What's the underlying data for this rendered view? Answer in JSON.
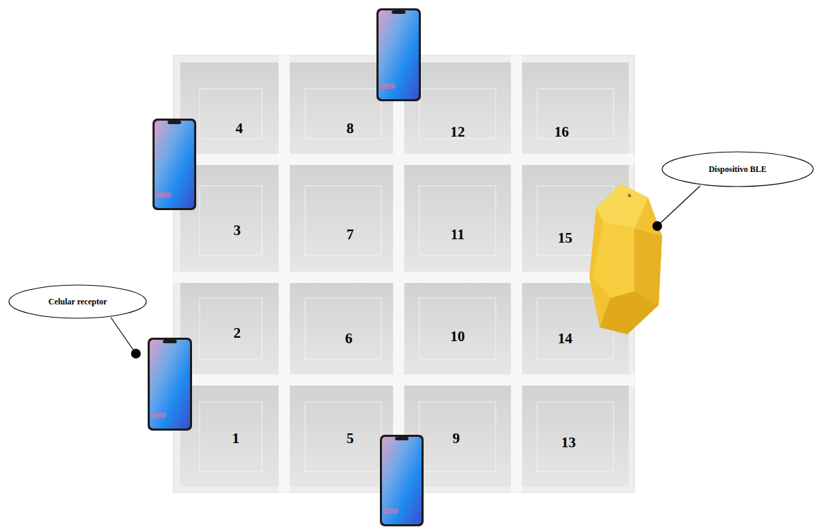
{
  "diagram": {
    "nodes": [
      {
        "text": [
          "Dispositivo BLE"
        ]
      },
      {
        "text": [
          "Celular receptor"
        ]
      }
    ],
    "labels": [
      "4",
      "8",
      "12",
      "16",
      "3",
      "7",
      "11",
      "15",
      "2",
      "6",
      "10",
      "14",
      "1",
      "5",
      "9",
      "13"
    ]
  }
}
